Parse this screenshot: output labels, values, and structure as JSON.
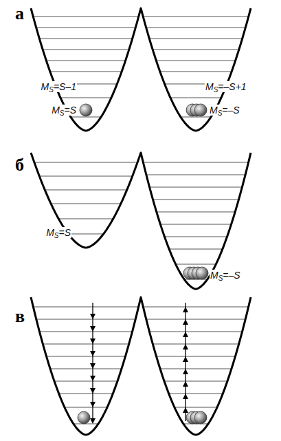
{
  "diagram": {
    "labels": [
      "а",
      "MS=S–1",
      "MS=–S+1",
      "MS=S",
      "MS=–S",
      "б",
      "MS=S",
      "MS=–S",
      "в"
    ]
  }
}
